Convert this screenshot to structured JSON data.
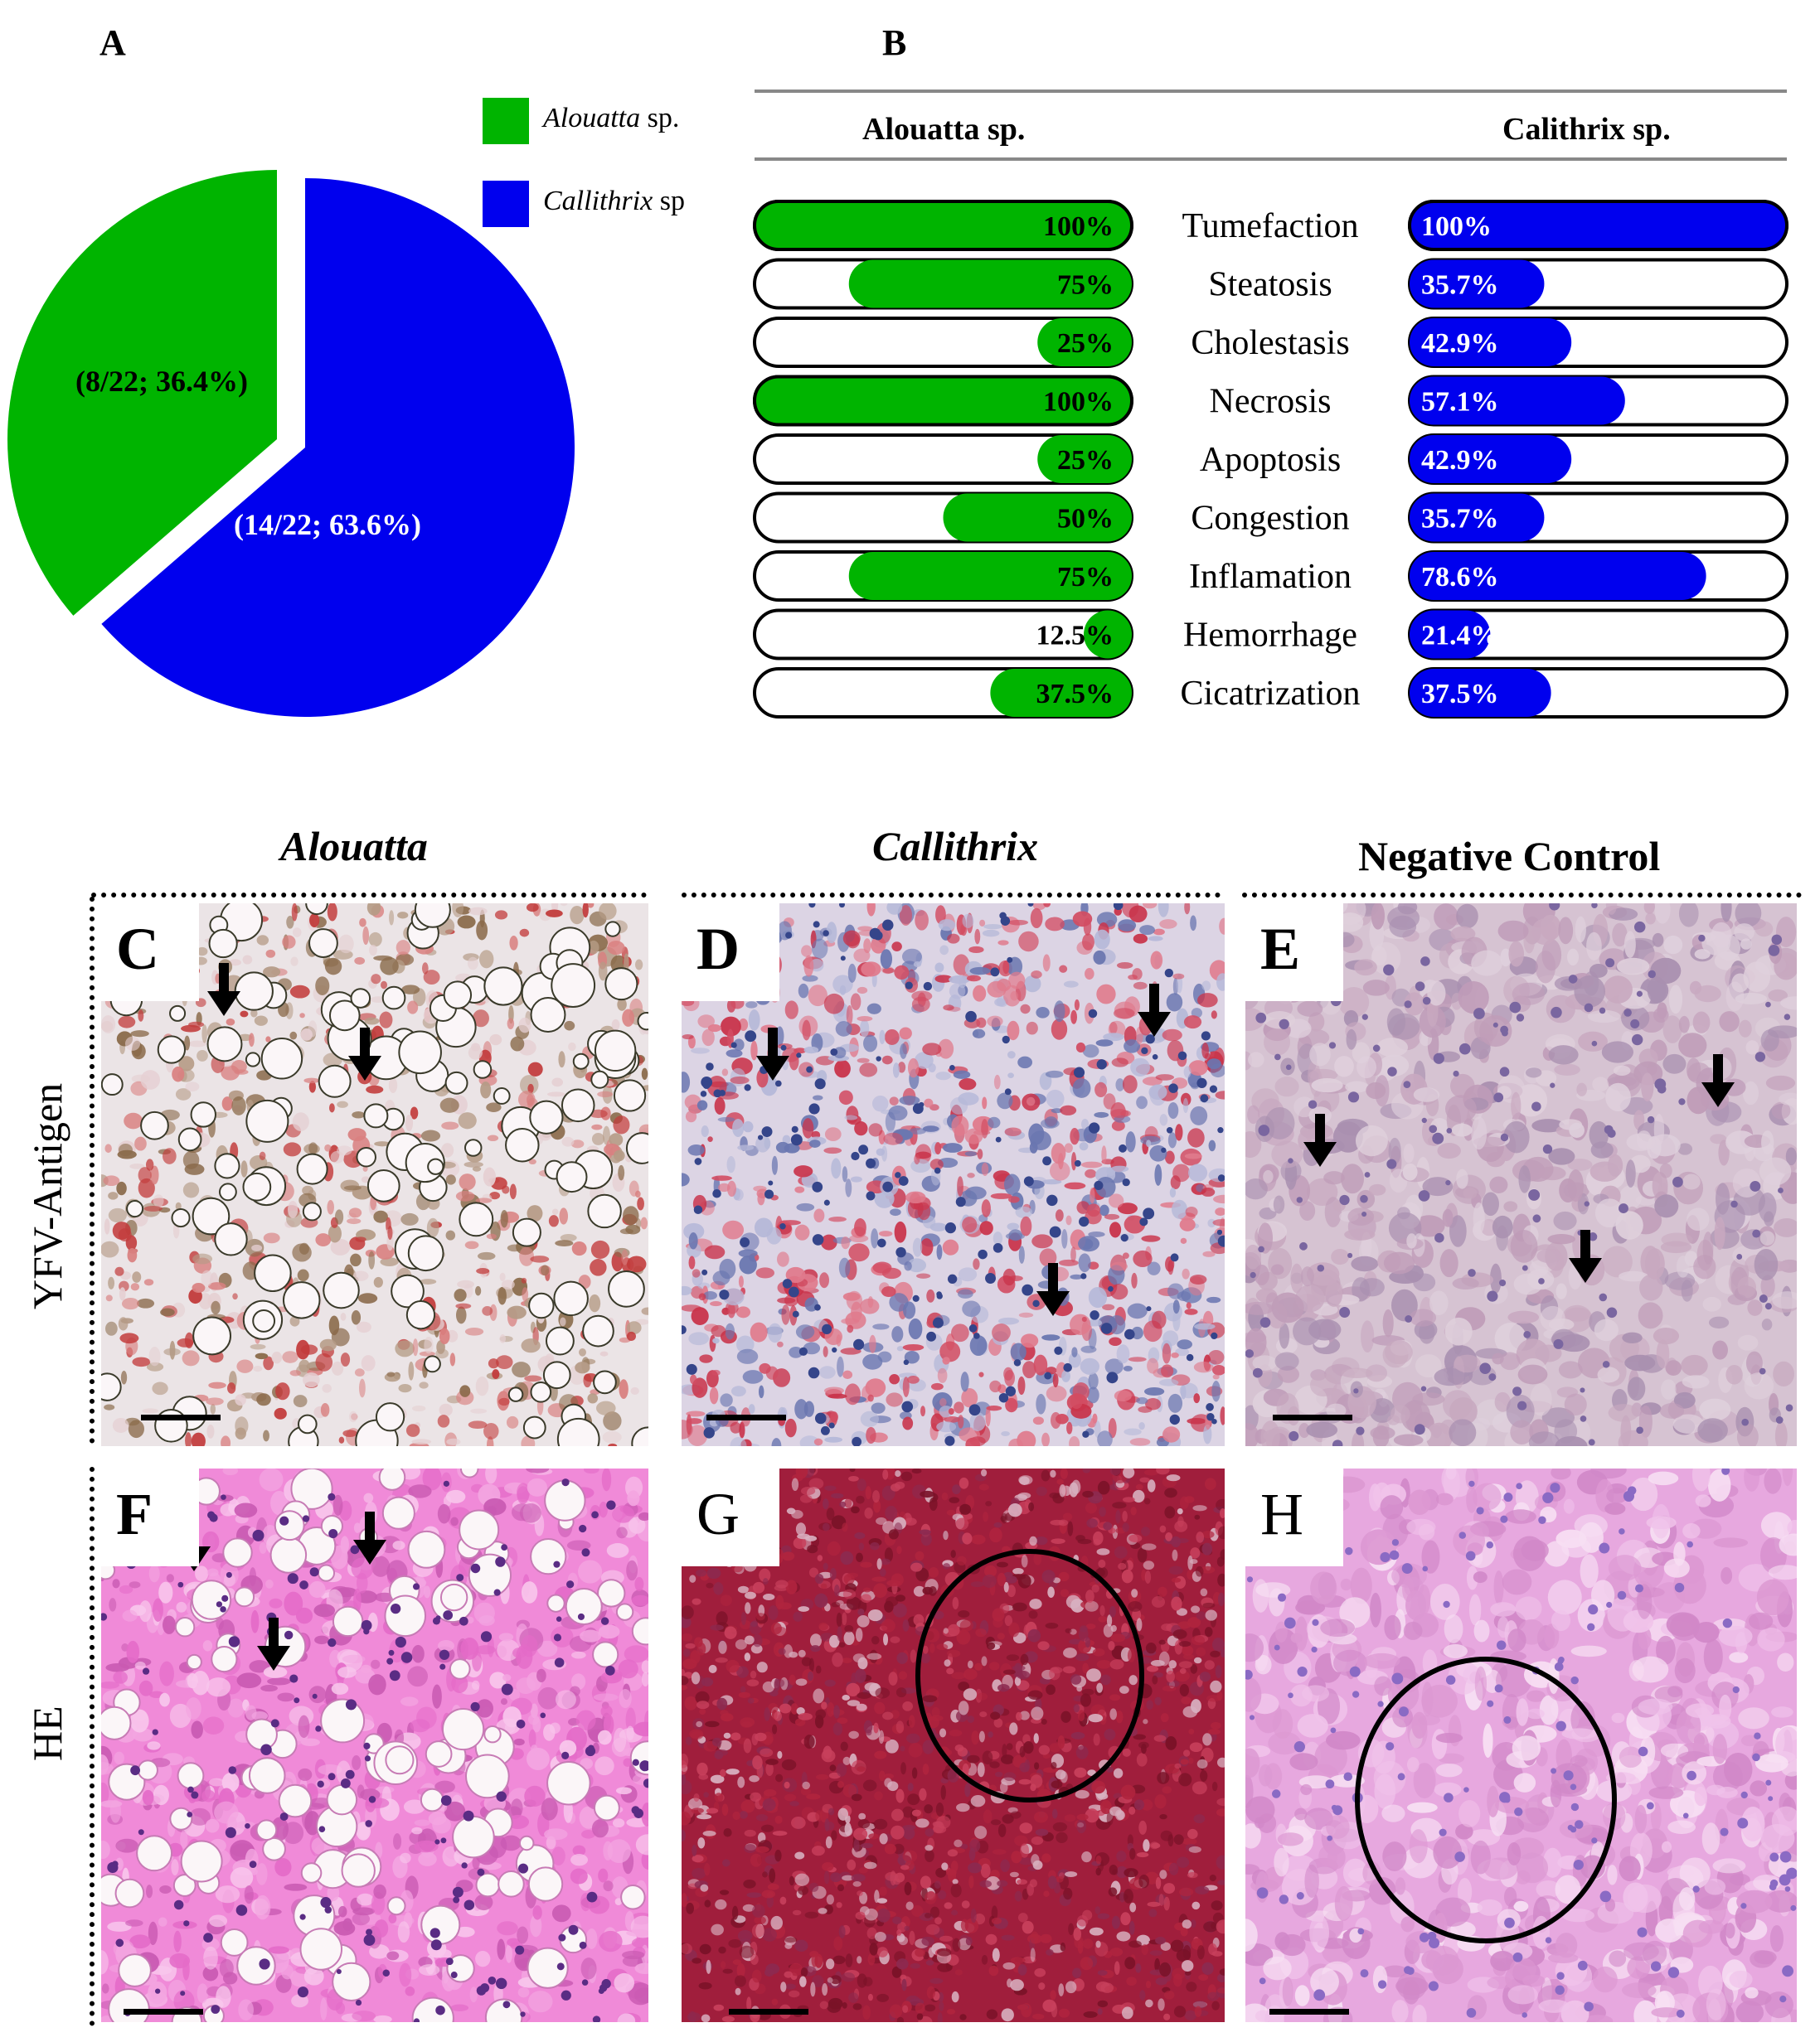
{
  "panels": {
    "A": "A",
    "B": "B",
    "C": "C",
    "D": "D",
    "E": "E",
    "F": "F",
    "G": "G",
    "H": "H"
  },
  "chart_data": [
    {
      "type": "pie",
      "title": "",
      "slices": [
        {
          "name": "Alouatta sp.",
          "value": 8,
          "total": 22,
          "percent": 36.4,
          "label": "(8/22; 36.4%)",
          "color": "#00b400"
        },
        {
          "name": "Callithrix sp.",
          "value": 14,
          "total": 22,
          "percent": 63.6,
          "label": "(14/22; 63.6%)",
          "color": "#0000ee"
        }
      ],
      "legend": {
        "placement": "top-right",
        "items": [
          {
            "italic": "Alouatta",
            "rest": " sp."
          },
          {
            "italic": "Callithrix",
            "rest": " sp"
          }
        ]
      }
    },
    {
      "type": "bar",
      "orientation": "horizontal",
      "column_titles": [
        "Alouatta sp.",
        "Calithrix sp."
      ],
      "categories": [
        "Tumefaction",
        "Steatosis",
        "Cholestasis",
        "Necrosis",
        "Apoptosis",
        "Congestion",
        "Inflamation",
        "Hemorrhage",
        "Cicatrization"
      ],
      "series": [
        {
          "name": "Alouatta sp.",
          "color": "#00b400",
          "values": [
            100,
            75,
            25,
            100,
            25,
            50,
            75,
            12.5,
            37.5
          ],
          "labels": [
            "100%",
            "75%",
            "25%",
            "100%",
            "25%",
            "50%",
            "75%",
            "12.5%",
            "37.5%"
          ]
        },
        {
          "name": "Calithrix sp.",
          "color": "#0000ee",
          "values": [
            100,
            35.7,
            42.9,
            57.1,
            42.9,
            35.7,
            78.6,
            21.4,
            37.5
          ],
          "labels": [
            "100%",
            "35.7%",
            "42.9%",
            "57.1%",
            "42.9%",
            "35.7%",
            "78.6%",
            "21.4%",
            "37.5%"
          ]
        }
      ],
      "xlim": [
        0,
        100
      ]
    }
  ],
  "micrographs": {
    "column_headers": [
      "Alouatta",
      "Callithrix",
      "Negative Control"
    ],
    "row_labels": [
      "YFV-Antigen",
      "HE"
    ]
  }
}
